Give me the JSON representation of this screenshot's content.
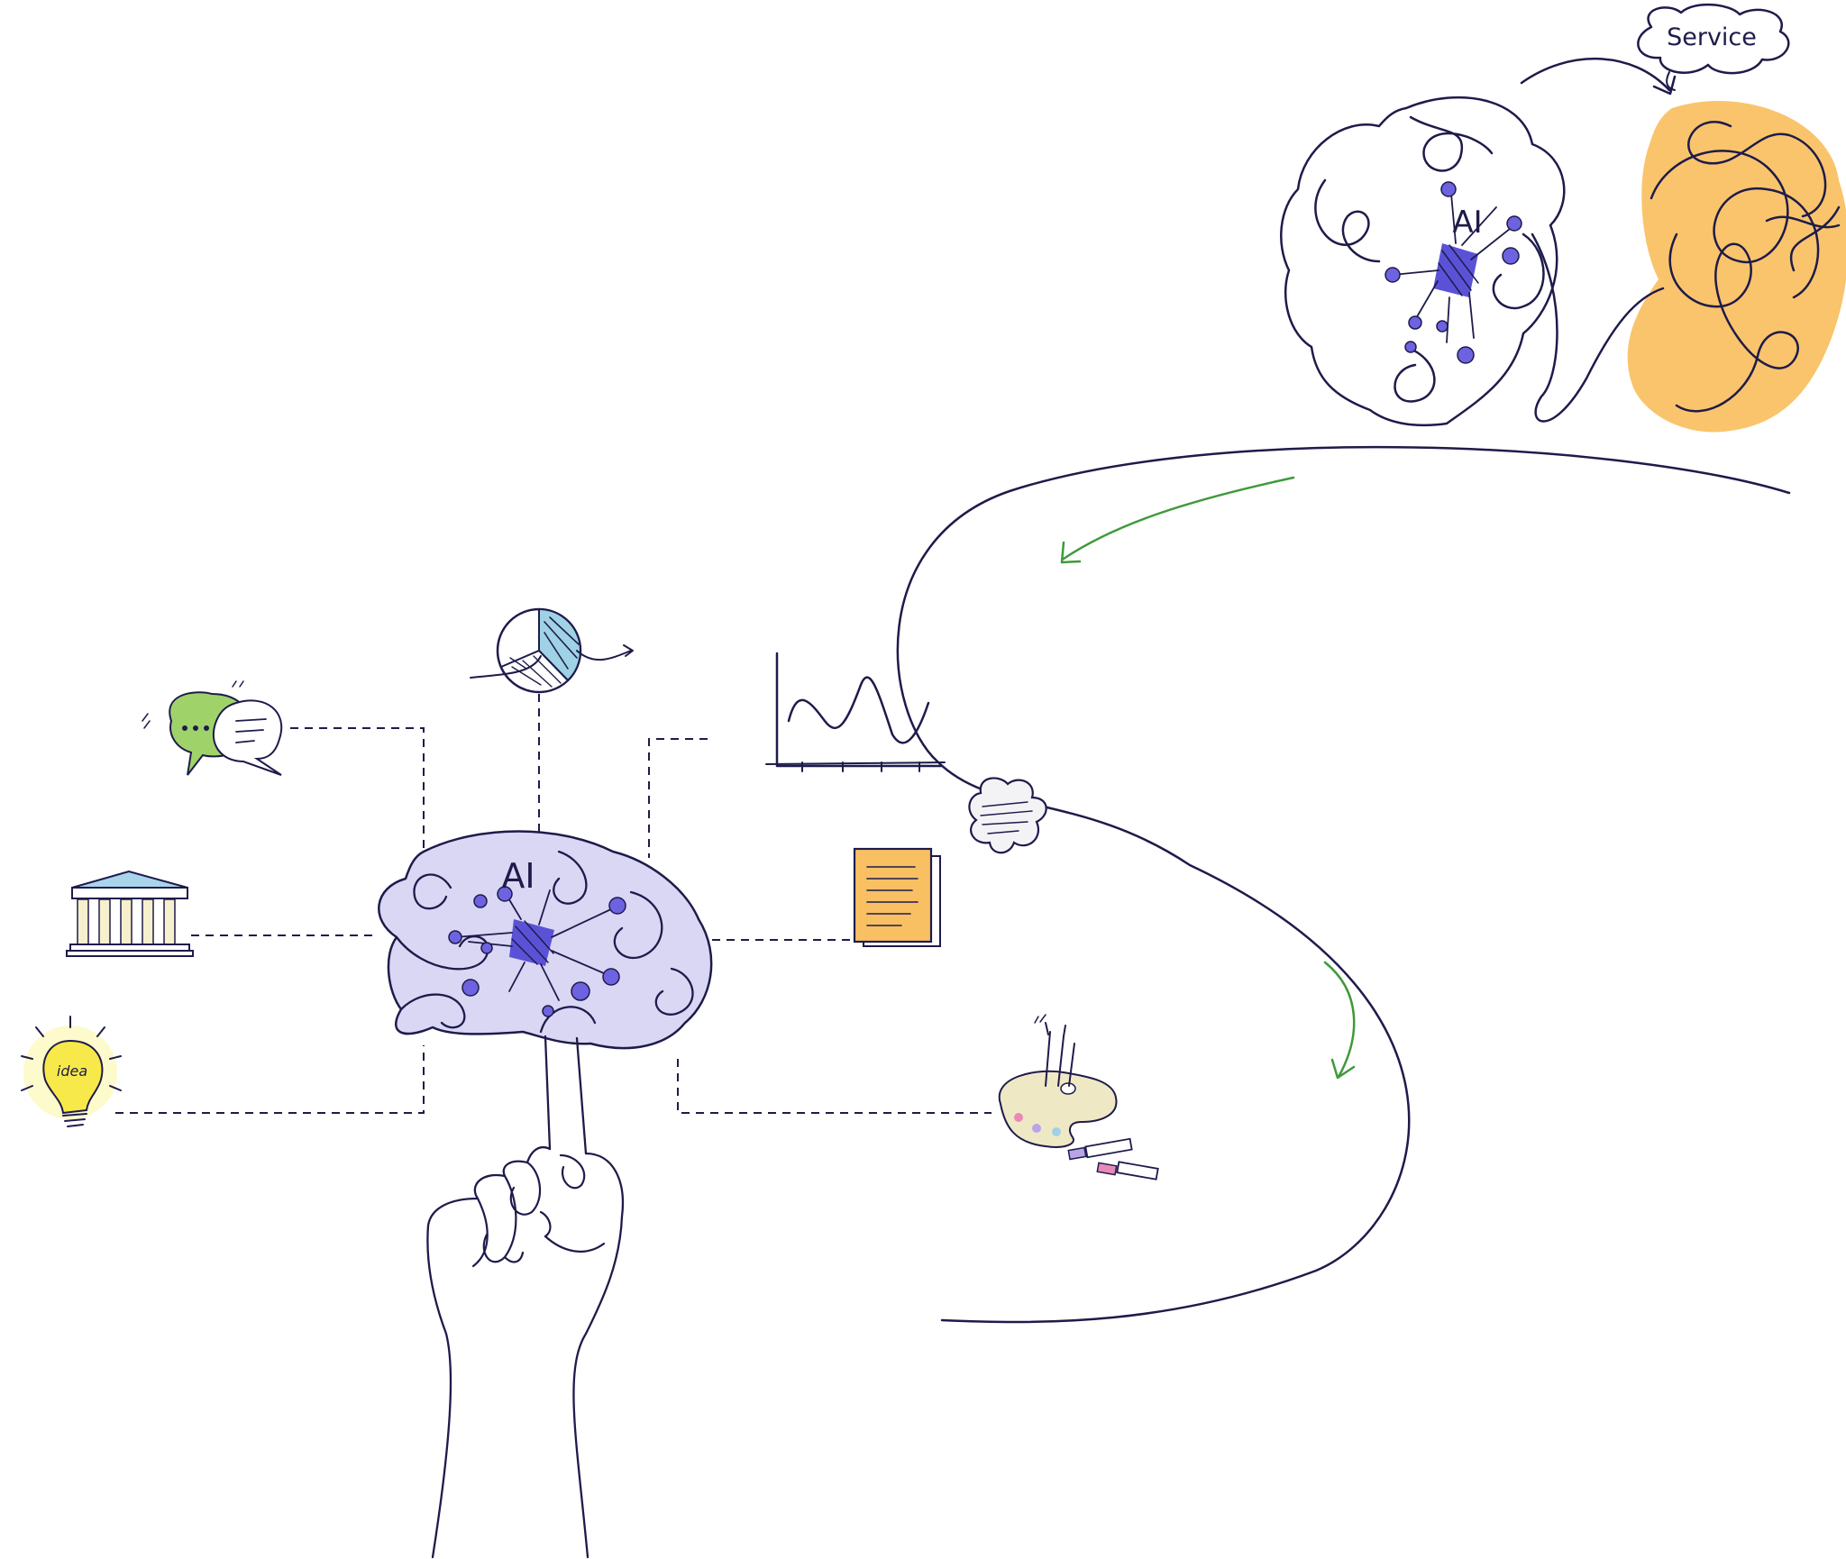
{
  "diagram": {
    "center_brain_label": "AI",
    "service_brain_label": "AI",
    "service_bubble_label": "Service",
    "idea_bulb_label": "idea"
  },
  "colors": {
    "ink": "#1e1b4b",
    "brain_fill": "#d9d7f4",
    "chip": "#5a52d6",
    "node": "#6d63e0",
    "orange_brain": "#f9c46b",
    "green_arrow": "#3f9a3a",
    "chat_green": "#9fd36a",
    "bulb_yellow": "#f8e94a",
    "doc_orange": "#f8c063",
    "pie_blue": "#9fd2e4"
  },
  "icons": [
    "chat-bubbles-icon",
    "pie-chart-icon",
    "line-graph-icon",
    "bank-building-icon",
    "document-icon",
    "lightbulb-icon",
    "paint-palette-icon",
    "puzzle-blob-icon",
    "raised-fist-icon"
  ]
}
